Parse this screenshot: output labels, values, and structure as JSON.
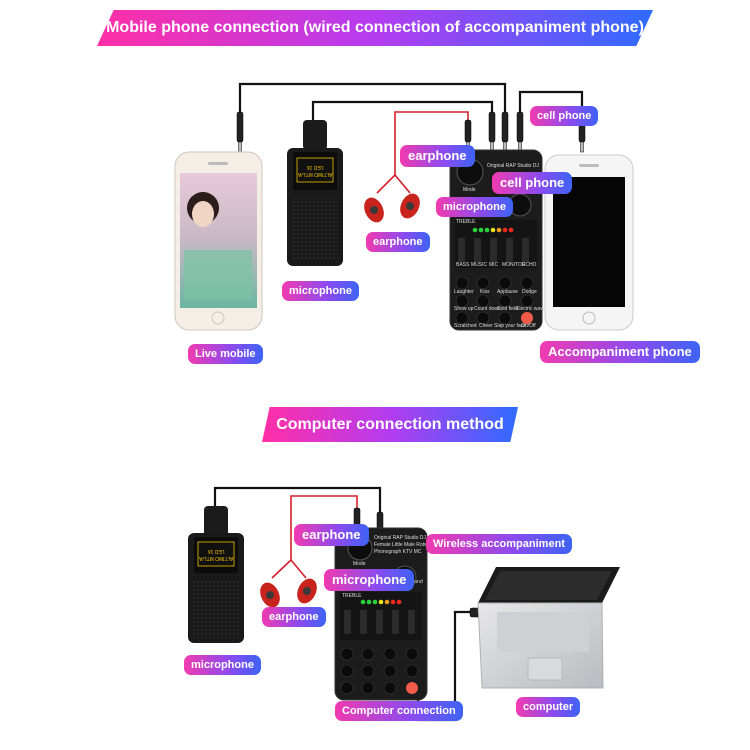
{
  "banners": {
    "mobile": "Mobile phone connection (wired connection of accompaniment phone)",
    "computer": "Computer connection method"
  },
  "labels": {
    "earphone_top": "earphone",
    "cell_phone_small": "cell phone",
    "cell_phone_big": "cell phone",
    "microphone_card_top": "microphone",
    "earphone_below": "earphone",
    "microphone_top": "microphone",
    "live_mobile": "Live mobile",
    "accompaniment_phone": "Accompaniment phone",
    "earphone_bottom_card": "earphone",
    "microphone_card_bottom": "microphone",
    "wireless_accompaniment": "Wireless accompaniment",
    "earphone_bottom": "earphone",
    "microphone_bottom": "microphone",
    "computer_connection": "Computer connection",
    "computer": "computer"
  },
  "soundcard": {
    "title_lines": [
      "Original RAP Studio DJ",
      "Female Little Male Robot",
      "Phonograph KTV MC"
    ],
    "knob_left": "Mode",
    "knob_right": "Switch sound",
    "treble": "TREBLE",
    "sliders": [
      "BASS",
      "MUSIC",
      "MIC",
      "MONITOR",
      "ECHO"
    ],
    "buttons": [
      "Laughter",
      "Kiss",
      "Applause",
      "Dodge",
      "Show up",
      "Count down",
      "Cold field",
      "Electric wave",
      "Scratched",
      "Cheer",
      "Slap your face",
      "On/Off"
    ]
  },
  "mic_screen": [
    "ALTIMO MTL/A",
    "LED 16"
  ],
  "colors": {
    "banner_start": "#ff2fa6",
    "banner_mid": "#b43cf0",
    "banner_end": "#2f6bff",
    "cable_black": "#111111",
    "cable_red": "#d21f2a",
    "device_dark": "#1c1c1c"
  }
}
